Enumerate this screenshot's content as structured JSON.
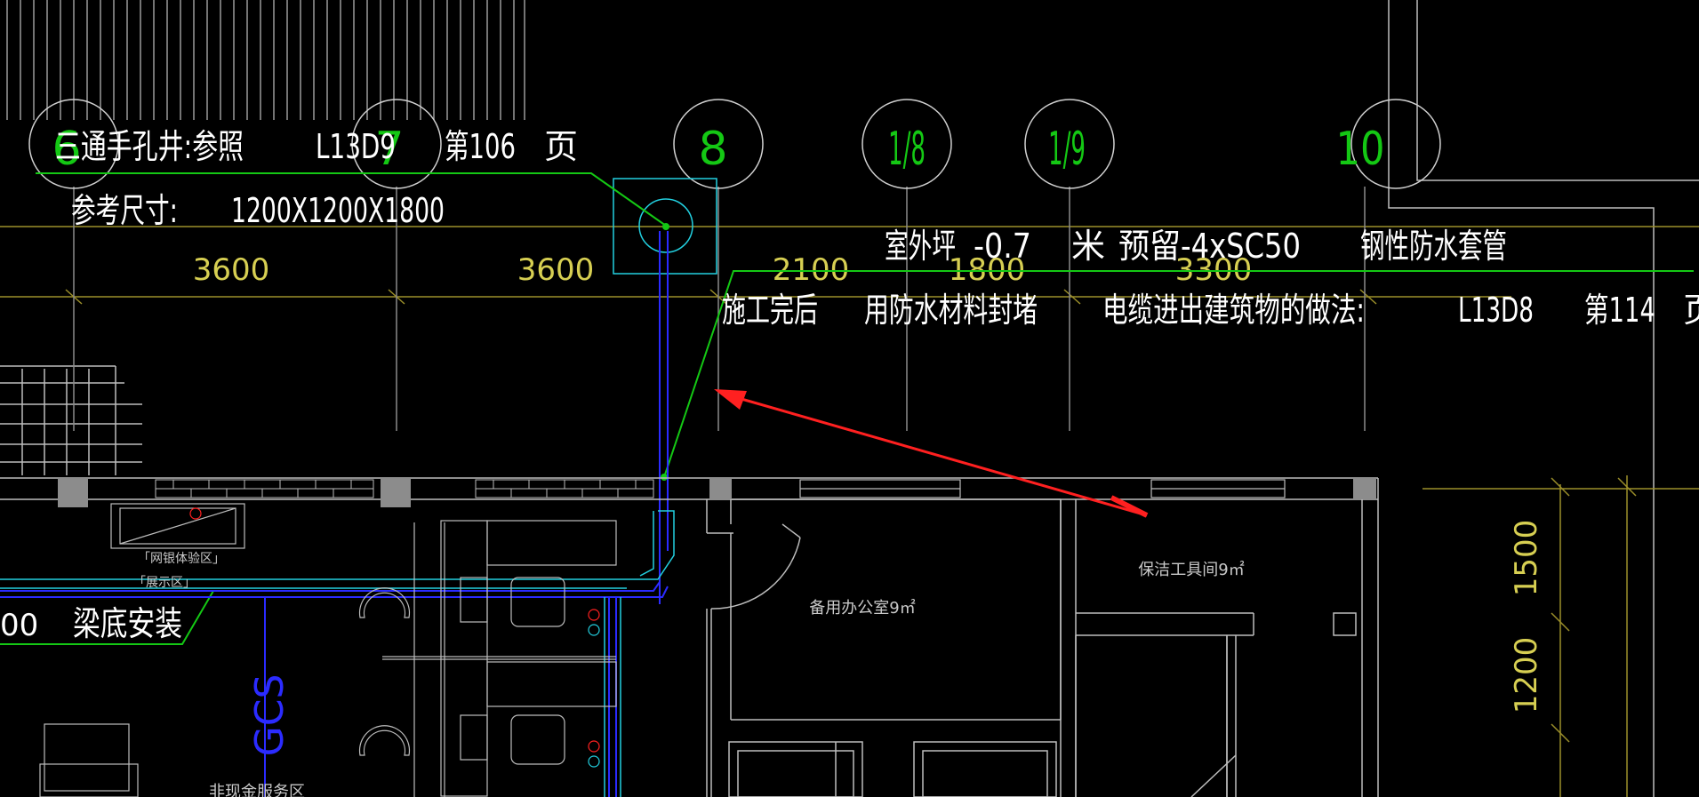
{
  "axes": [
    {
      "label": "6"
    },
    {
      "label": "7"
    },
    {
      "label": "8"
    },
    {
      "label": "1/8"
    },
    {
      "label": "1/9"
    },
    {
      "label": "10"
    }
  ],
  "dimensions": {
    "horizontal": [
      "3600",
      "3600",
      "2100",
      "1800",
      "3300"
    ],
    "vertical": [
      "1500",
      "1200"
    ],
    "left_partial": "00"
  },
  "notes": {
    "manhole_ref_prefix": "三通手孔井:参照",
    "manhole_ref_code": "L13D9",
    "manhole_ref_page": "第106",
    "manhole_ref_page_unit": "页",
    "manhole_size_label": "参考尺寸:",
    "manhole_size_value": "1200X1200X1800",
    "outdoor_level_prefix": "室外坪",
    "outdoor_level_value": "-0.7",
    "outdoor_level_unit": "米",
    "reserve_label": "预留",
    "reserve_value": "-4xSC50",
    "sleeve_label": "钢性防水套管",
    "seal_prefix": "施工完后",
    "seal_text": "用防水材料封堵",
    "cable_method": "电缆进出建筑物的做法:",
    "cable_ref_code": "L13D8",
    "cable_ref_page": "第114",
    "cable_ref_page_unit": "页",
    "beam_install": "梁底安装"
  },
  "rooms": {
    "spare_office": "备用办公室9㎡",
    "cleaning_room": "保洁工具间9㎡",
    "bank_zone": "「网银体验区」",
    "display_zone": "「展示区」",
    "service_zone": "非现金服务区"
  },
  "cable_tag": "GCS",
  "colors": {
    "background": "#000000",
    "axis_circle": "#14c814",
    "dimension": "#d7cf52",
    "leader_line": "#14c814",
    "cable": "#2020ff",
    "manhole": "#22d0e0",
    "wall": "#bdbdbd",
    "arrow": "#ff2020"
  }
}
